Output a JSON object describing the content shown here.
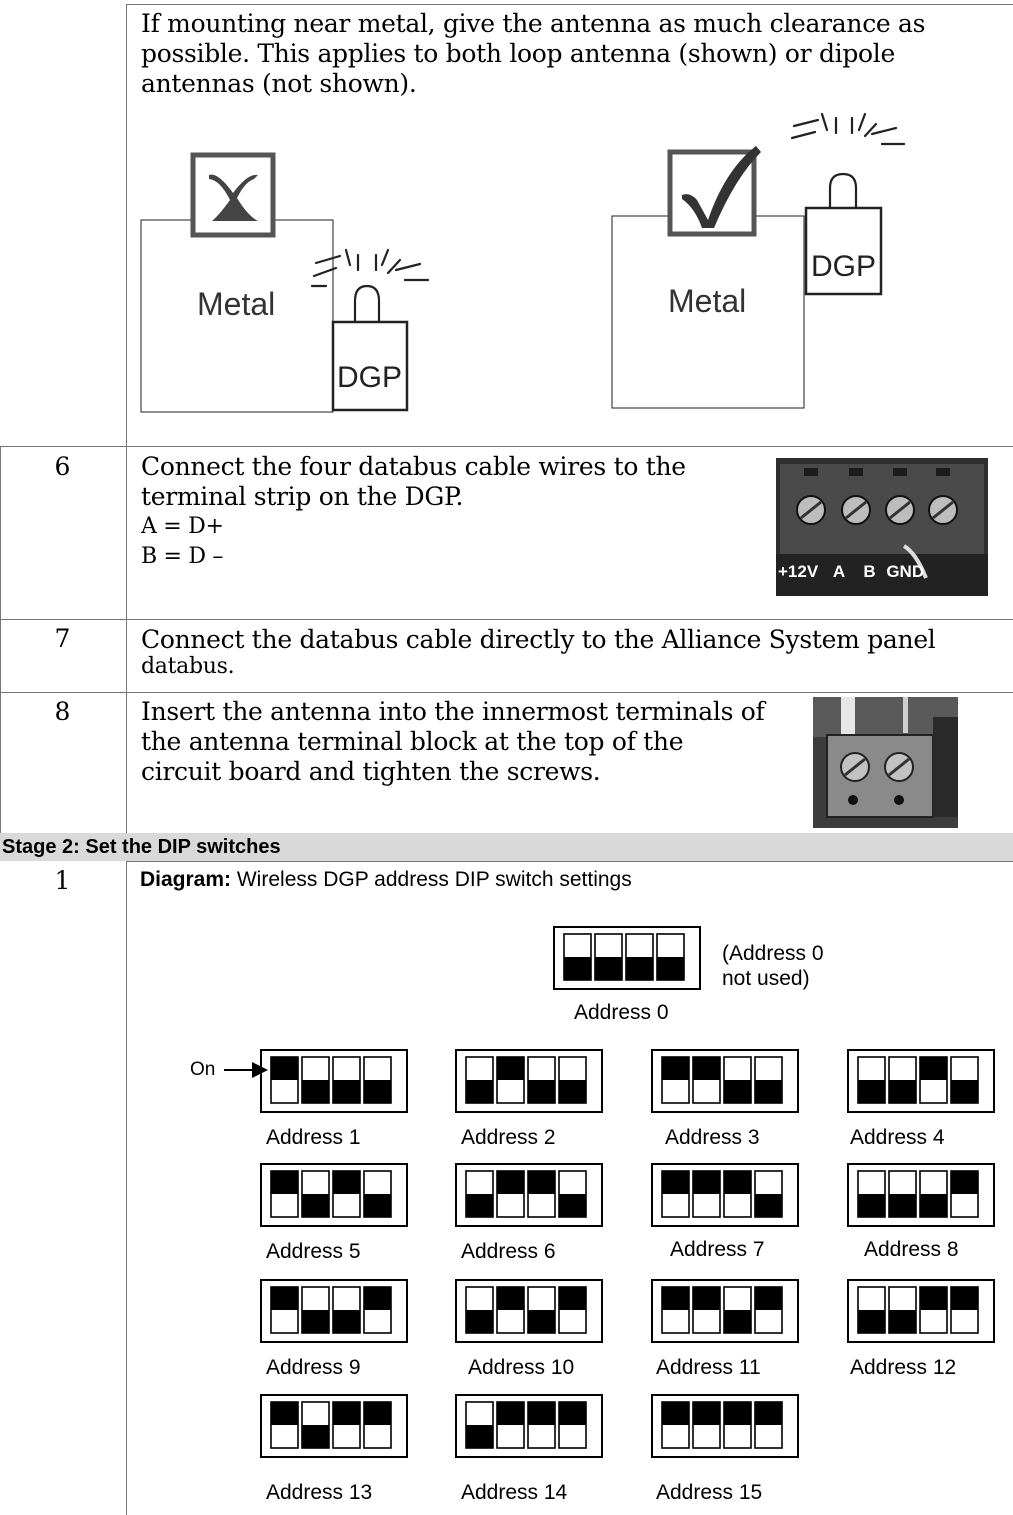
{
  "intro": {
    "lines": [
      "If mounting near metal, give the antenna as much clearance as",
      "possible. This applies to both loop antenna (shown) or dipole",
      "antennas (not shown)."
    ]
  },
  "figure_metal": {
    "left": {
      "status_icon": "cross-icon",
      "metal_label": "Metal",
      "device_label": "DGP"
    },
    "right": {
      "status_icon": "checkmark-icon",
      "metal_label": "Metal",
      "device_label": "DGP"
    }
  },
  "steps": [
    {
      "number": "6",
      "lines": [
        "Connect the four databus cable wires to the",
        "terminal strip on the DGP.",
        "A = D+",
        "B = D –"
      ],
      "photo_labels": [
        "+12V",
        "A",
        "B",
        "GND"
      ]
    },
    {
      "number": "7",
      "lines": [
        "Connect the databus cable directly to the Alliance System panel",
        "databus."
      ]
    },
    {
      "number": "8",
      "lines": [
        "Insert the antenna into the innermost terminals of",
        "the antenna terminal block at the top of the",
        "circuit board and tighten the screws."
      ]
    }
  ],
  "stage2": {
    "title": "Stage 2: Set the DIP switches",
    "step_number": "1",
    "diagram_prefix": "Diagram:",
    "diagram_title": " Wireless DGP address DIP switch settings",
    "on_label": "On",
    "address0_note": [
      "(Address 0",
      "not used)"
    ],
    "switches": [
      {
        "label": "Address 0",
        "on": [
          0,
          0,
          0,
          0
        ]
      },
      {
        "label": "Address 1",
        "on": [
          1,
          0,
          0,
          0
        ]
      },
      {
        "label": "Address 2",
        "on": [
          0,
          1,
          0,
          0
        ]
      },
      {
        "label": "Address 3",
        "on": [
          1,
          1,
          0,
          0
        ]
      },
      {
        "label": "Address 4",
        "on": [
          0,
          0,
          1,
          0
        ]
      },
      {
        "label": "Address 5",
        "on": [
          1,
          0,
          1,
          0
        ]
      },
      {
        "label": "Address 6",
        "on": [
          0,
          1,
          1,
          0
        ]
      },
      {
        "label": "Address 7",
        "on": [
          1,
          1,
          1,
          0
        ]
      },
      {
        "label": "Address 8",
        "on": [
          0,
          0,
          0,
          1
        ]
      },
      {
        "label": "Address 9",
        "on": [
          1,
          0,
          0,
          1
        ]
      },
      {
        "label": "Address 10",
        "on": [
          0,
          1,
          0,
          1
        ]
      },
      {
        "label": "Address 11",
        "on": [
          1,
          1,
          0,
          1
        ]
      },
      {
        "label": "Address 12",
        "on": [
          0,
          0,
          1,
          1
        ]
      },
      {
        "label": "Address 13",
        "on": [
          1,
          0,
          1,
          1
        ]
      },
      {
        "label": "Address 14",
        "on": [
          0,
          1,
          1,
          1
        ]
      },
      {
        "label": "Address 15",
        "on": [
          1,
          1,
          1,
          1
        ]
      }
    ]
  }
}
